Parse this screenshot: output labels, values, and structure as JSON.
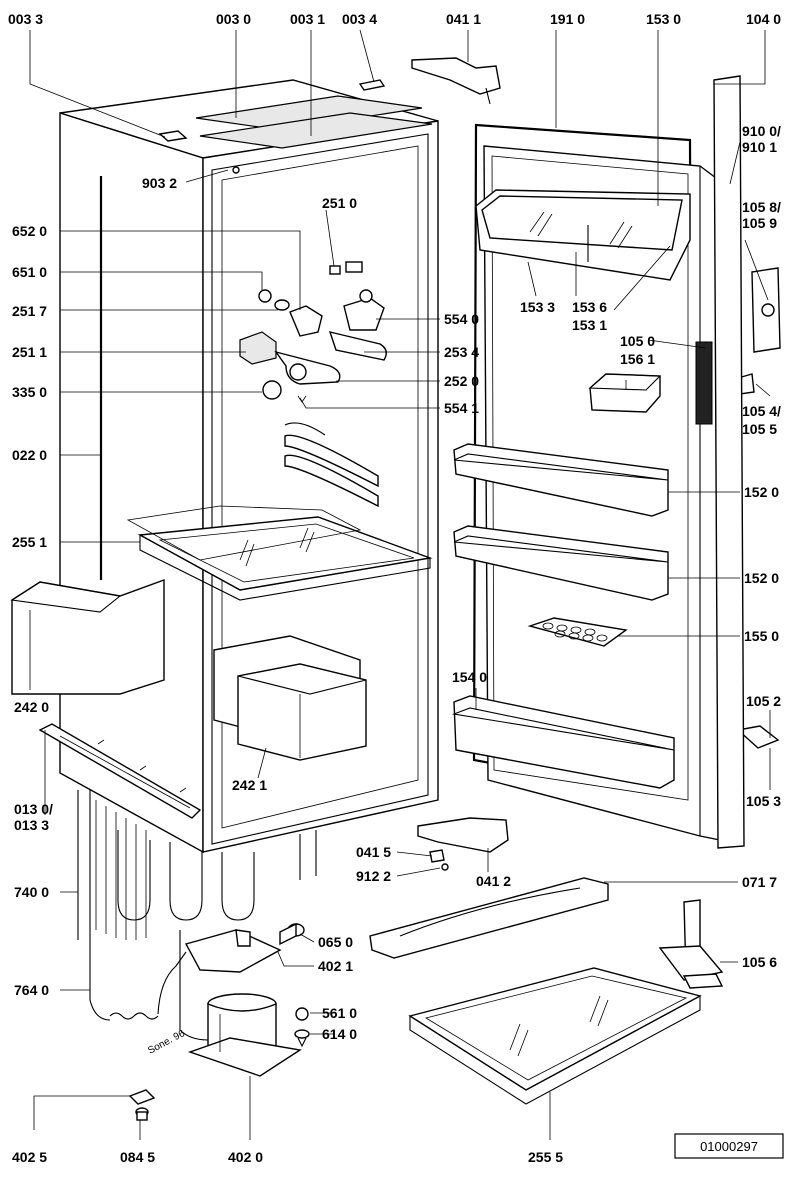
{
  "labels": {
    "l0033": "003 3",
    "l0030": "003 0",
    "l0031": "003 1",
    "l0034": "003 4",
    "l0411": "041 1",
    "l1910": "191 0",
    "l1530": "153 0",
    "l1040": "104 0",
    "l9100a": "910 0/",
    "l9100b": "910 1",
    "l9032": "903 2",
    "l2510": "251 0",
    "l6520": "652 0",
    "l6510": "651 0",
    "l2517": "251 7",
    "l2511": "251 1",
    "l3350": "335 0",
    "l0220": "022 0",
    "l2551": "255 1",
    "l5540": "554 0",
    "l2534": "253 4",
    "l2520": "252 0",
    "l5541": "554 1",
    "l1533": "153 3",
    "l1536": "153 6",
    "l1531": "153 1",
    "l1058a": "105 8/",
    "l1058b": "105 9",
    "l1050": "105 0",
    "l1561": "156 1",
    "l1054a": "105 4/",
    "l1054b": "105 5",
    "l1520a": "152 0",
    "l1520b": "152 0",
    "l1550": "155 0",
    "l1540": "154 0",
    "l2420": "242 0",
    "l2421": "242 1",
    "l1052": "105 2",
    "l1053": "105 3",
    "l0130a": "013 0/",
    "l0130b": "013 3",
    "l0415": "041 5",
    "l9122": "912 2",
    "l0412": "041 2",
    "l7400": "740 0",
    "l0717": "071 7",
    "l0650": "065 0",
    "l4021": "402 1",
    "l1056": "105 6",
    "l7640": "764 0",
    "l5610": "561 0",
    "l6140": "614 0",
    "l4025": "402 5",
    "l0845": "084 5",
    "l4020": "402 0",
    "l2555": "255 5"
  },
  "signature": "Sone. 96",
  "reference_number": "01000297"
}
